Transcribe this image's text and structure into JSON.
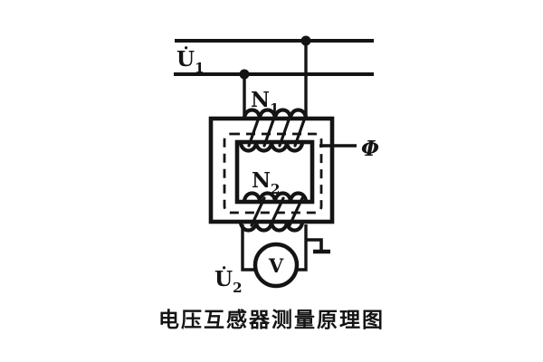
{
  "diagram": {
    "caption": "电压互感器测量原理图",
    "labels": {
      "primary_voltage": {
        "base": "U̇",
        "sub": "1"
      },
      "primary_winding": {
        "base": "N",
        "sub": "1"
      },
      "secondary_winding": {
        "base": "N",
        "sub": "2"
      },
      "secondary_voltage": {
        "base": "U̇",
        "sub": "2"
      },
      "flux": "Φ",
      "voltmeter": "V"
    },
    "colors": {
      "ink": "#141414",
      "background": "#ffffff"
    }
  }
}
